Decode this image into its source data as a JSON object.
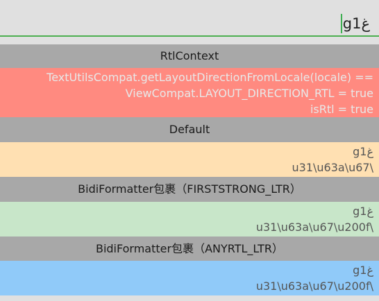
{
  "input": {
    "value": "gغ1"
  },
  "sections": [
    {
      "header": "RtlContext",
      "lines": [
        "TextUtilsCompat.getLayoutDirectionFromLocale(locale) ==",
        "ViewCompat.LAYOUT_DIRECTION_RTL = true",
        "isRtl = true"
      ],
      "color": "#ff8a80"
    },
    {
      "header": "Default",
      "lines": [
        "gغ1",
        "u31\\u63a\\u67\\"
      ],
      "color": "#ffe0b2"
    },
    {
      "header": "BidiFormatter包裹（FIRSTSTRONG_LTR）",
      "lines": [
        "gغ1",
        "u31\\u63a\\u67\\u200f\\"
      ],
      "color": "#c8e6c9"
    },
    {
      "header": "BidiFormatter包裹（ANYRTL_LTR）",
      "lines": [
        "gغ1",
        "u31\\u63a\\u67\\u200f\\"
      ],
      "color": "#90caf9"
    }
  ]
}
